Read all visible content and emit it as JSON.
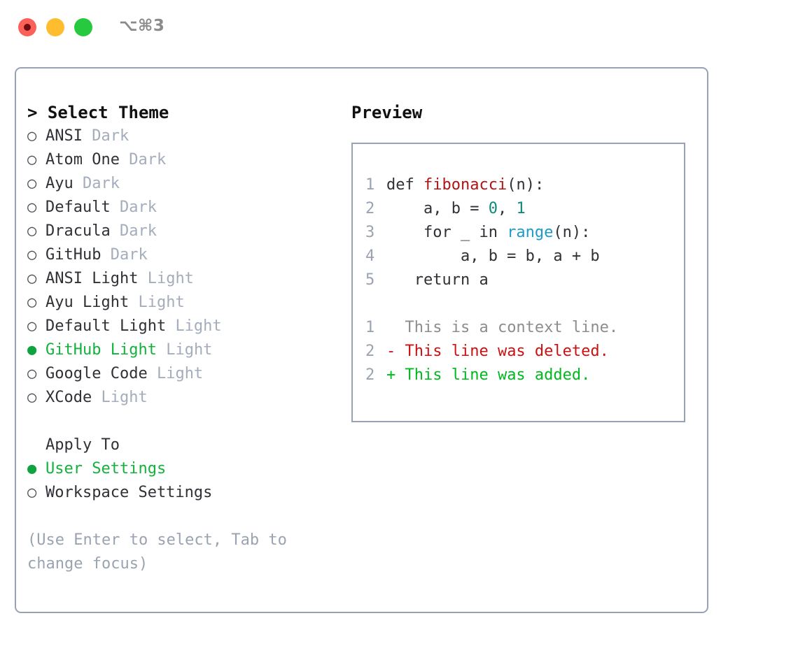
{
  "titlebar": {
    "shortcut": "⌥⌘3",
    "dots": [
      "close-red",
      "minimize-yellow",
      "maximize-green"
    ]
  },
  "theme_picker": {
    "header": "> Select Theme",
    "items": [
      {
        "name": "ANSI",
        "category": "Dark",
        "selected": false
      },
      {
        "name": "Atom One",
        "category": "Dark",
        "selected": false
      },
      {
        "name": "Ayu",
        "category": "Dark",
        "selected": false
      },
      {
        "name": "Default",
        "category": "Dark",
        "selected": false
      },
      {
        "name": "Dracula",
        "category": "Dark",
        "selected": false
      },
      {
        "name": "GitHub",
        "category": "Dark",
        "selected": false
      },
      {
        "name": "ANSI Light",
        "category": "Light",
        "selected": false
      },
      {
        "name": "Ayu Light",
        "category": "Light",
        "selected": false
      },
      {
        "name": "Default Light",
        "category": "Light",
        "selected": false
      },
      {
        "name": "GitHub Light",
        "category": "Light",
        "selected": true
      },
      {
        "name": "Google Code",
        "category": "Light",
        "selected": false
      },
      {
        "name": "XCode",
        "category": "Light",
        "selected": false
      }
    ],
    "marker_selected": "●",
    "marker_unselected": "○"
  },
  "apply_to": {
    "header": "Apply To",
    "items": [
      {
        "name": "User Settings",
        "selected": true
      },
      {
        "name": "Workspace Settings",
        "selected": false
      }
    ]
  },
  "hint": "(Use Enter to select, Tab to change focus)",
  "preview": {
    "title": "Preview",
    "code_lines": [
      {
        "num": "1",
        "segments": [
          {
            "text": "def ",
            "style": "plain"
          },
          {
            "text": "fibonacci",
            "style": "fn"
          },
          {
            "text": "(n):",
            "style": "plain"
          }
        ]
      },
      {
        "num": "2",
        "segments": [
          {
            "text": "    a, b = ",
            "style": "plain"
          },
          {
            "text": "0",
            "style": "num"
          },
          {
            "text": ", ",
            "style": "plain"
          },
          {
            "text": "1",
            "style": "num"
          }
        ]
      },
      {
        "num": "3",
        "segments": [
          {
            "text": "    for _ in ",
            "style": "plain"
          },
          {
            "text": "range",
            "style": "blue"
          },
          {
            "text": "(n):",
            "style": "plain"
          }
        ]
      },
      {
        "num": "4",
        "segments": [
          {
            "text": "        a, b = b, a + b",
            "style": "plain"
          }
        ]
      },
      {
        "num": "5",
        "segments": [
          {
            "text": "   return a",
            "style": "plain"
          }
        ]
      }
    ],
    "diff_lines": [
      {
        "num": "1",
        "sign": " ",
        "text": " This is a context line.",
        "kind": "context"
      },
      {
        "num": "2",
        "sign": "-",
        "text": " This line was deleted.",
        "kind": "deleted"
      },
      {
        "num": "2",
        "sign": "+",
        "text": " This line was added.",
        "kind": "added"
      }
    ]
  },
  "colors": {
    "accent_green": "#13b23d",
    "border": "#97a3b4",
    "muted": "#a4adbb",
    "diff_add": "#00b81f",
    "diff_del": "#cc1111",
    "syntax_fn": "#b01414",
    "syntax_num": "#0d8a7a",
    "syntax_blue": "#1a9cc8"
  }
}
